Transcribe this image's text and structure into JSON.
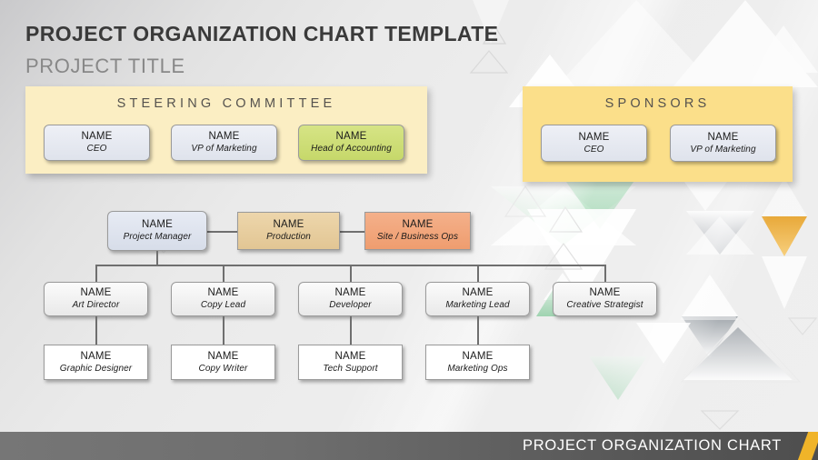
{
  "header": {
    "title": "PROJECT ORGANIZATION CHART TEMPLATE",
    "subtitle": "PROJECT TITLE"
  },
  "groups": [
    {
      "id": "steering-committee",
      "title": "STEERING COMMITTEE",
      "panel_color": "#fbeec3",
      "members": [
        {
          "name": "NAME",
          "role": "CEO",
          "color": "#e8ebf2"
        },
        {
          "name": "NAME",
          "role": "VP of Marketing",
          "color": "#e8ebf2"
        },
        {
          "name": "NAME",
          "role": "Head of Accounting",
          "color": "#ccdd77"
        }
      ]
    },
    {
      "id": "sponsors",
      "title": "SPONSORS",
      "panel_color": "#fbdf8a",
      "members": [
        {
          "name": "NAME",
          "role": "CEO",
          "color": "#e8ebf2"
        },
        {
          "name": "NAME",
          "role": "VP of Marketing",
          "color": "#e8ebf2"
        }
      ]
    }
  ],
  "chart_rows": {
    "management": [
      {
        "name": "NAME",
        "role": "Project Manager",
        "color": "#e2e7f1"
      },
      {
        "name": "NAME",
        "role": "Production",
        "color": "#e8d0a0"
      },
      {
        "name": "NAME",
        "role": "Site / Business Ops",
        "color": "#f0a77a"
      }
    ],
    "leads": [
      {
        "name": "NAME",
        "role": "Art Director",
        "color": "#f5f5f5"
      },
      {
        "name": "NAME",
        "role": "Copy Lead",
        "color": "#f5f5f5"
      },
      {
        "name": "NAME",
        "role": "Developer",
        "color": "#f5f5f5"
      },
      {
        "name": "NAME",
        "role": "Marketing Lead",
        "color": "#f5f5f5"
      },
      {
        "name": "NAME",
        "role": "Creative Strategist",
        "color": "#f5f5f5"
      }
    ],
    "staff": [
      {
        "name": "NAME",
        "role": "Graphic Designer",
        "color": "#ffffff"
      },
      {
        "name": "NAME",
        "role": "Copy Writer",
        "color": "#ffffff"
      },
      {
        "name": "NAME",
        "role": "Tech Support",
        "color": "#ffffff"
      },
      {
        "name": "NAME",
        "role": "Marketing Ops",
        "color": "#ffffff"
      }
    ]
  },
  "footer": {
    "label": "PROJECT ORGANIZATION CHART",
    "bar_color": "#5f5f5f",
    "accent_color": "#f0b429"
  }
}
